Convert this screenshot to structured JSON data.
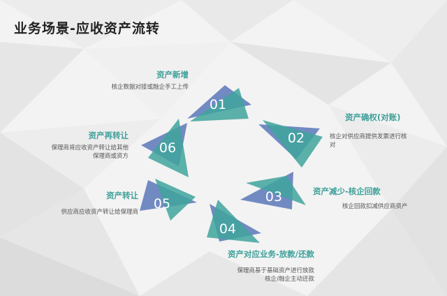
{
  "title": "业务场景-应收资产流转",
  "colors": {
    "teal": "#3fa39c",
    "blue": "#5a77b8",
    "text_teal": "#3ea09a"
  },
  "steps": [
    {
      "num": "01",
      "title": "资产新增",
      "desc": [
        "核企数据对接或融企手工上传"
      ]
    },
    {
      "num": "02",
      "title": "资产确权(对账)",
      "desc": [
        "核企对供应商提供发票进行核",
        "对"
      ]
    },
    {
      "num": "03",
      "title": "资产减少-核企回款",
      "desc": [
        "核企回款扣减供应商资产"
      ]
    },
    {
      "num": "04",
      "title": "资产对应业务-放款/还款",
      "desc": [
        "保理商基于基础资产进行放款",
        "核企/融企主动还款"
      ]
    },
    {
      "num": "05",
      "title": "资产转让",
      "desc": [
        "供应商应收资产转让给保理商"
      ]
    },
    {
      "num": "06",
      "title": "资产再转让",
      "desc": [
        "保理商将应收资产转让给其他",
        "保理商或资方"
      ]
    }
  ]
}
